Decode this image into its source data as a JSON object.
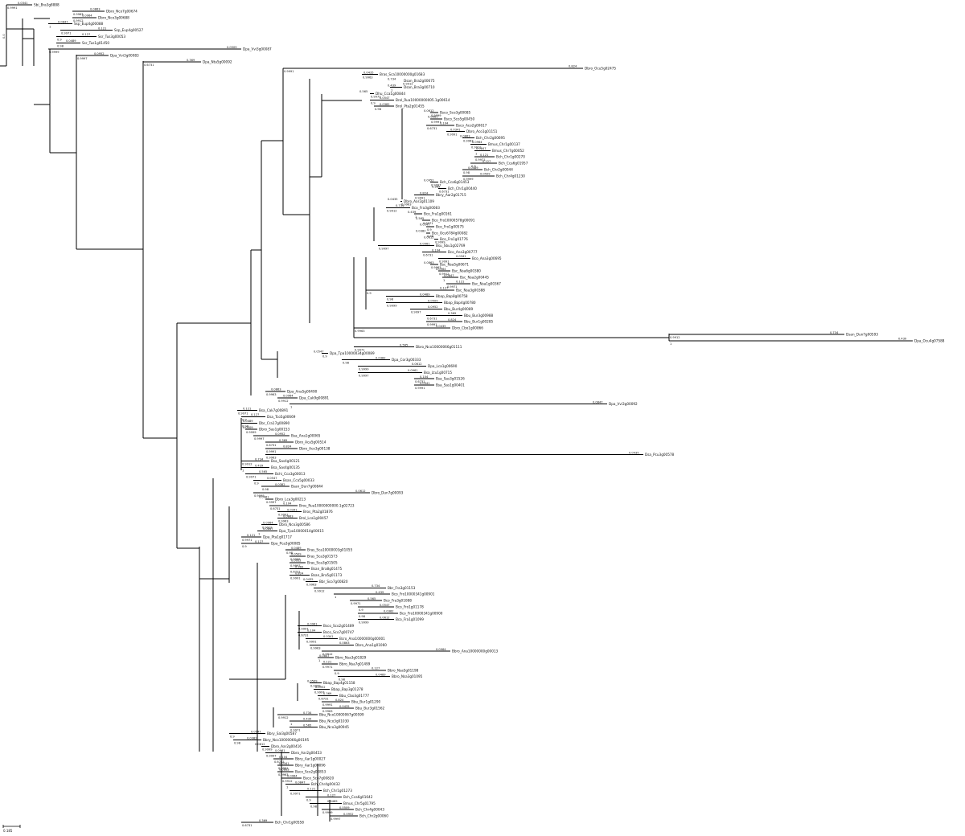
{
  "tree_tips": [
    "Sbi_Bra3g8888",
    "Dbro_Nco7g00674",
    "Dbro_Nco3g00688",
    "Ssp_Eup4g00088",
    "Ssp_Eup4g00527",
    "Ssr_Tus3g00053",
    "Ssr_Tus1g01450",
    "Dpa_Vvi3g00087",
    "Dpa_Vvi3g00083",
    "Dpa_Nta5g00092",
    "Dbro_Ocu5g02475",
    "Bras_Sca10000000g01683",
    "Dsan_Bra2g00675",
    "Dsan_Bra3g00710",
    "Dhu_Cca1g00844",
    "Brol_Rua10000000005.1g00614",
    "Brol_Pta2g01455",
    "Bsco_Sco3g00085",
    "Bsco_Sco5g00450",
    "Bsco_Aco2g00617",
    "Dbro_Aco1g01151",
    "Bch_Chr2g00695",
    "Bmus_Chr1g00137",
    "Bmus_Chr7g00052",
    "Bch_Chr1g00270",
    "Bch_Cca6g01957",
    "Bch_Chr2g00044",
    "Bch_Chr4g01230",
    "Bch_Cca6g01453",
    "Bch_Chr1g00440",
    "Bbry_Aar2g01715",
    "Dbro_Aar2g01109",
    "Bco_Fra3g00083",
    "Bco_Fra1g00161",
    "Bco_Fro10000578g00091",
    "Bco_Fro1g00575",
    "Bco_Ocu6784g00082",
    "Bco_Fro1g01776",
    "Bsu_Sbu1g02769",
    "Bco_Ana3g00777",
    "Bco_Ana3g00695",
    "Bsc_Nsa5g00671",
    "Bsc_Nsa6g00380",
    "Bsc_Nsa2g00445",
    "Bsc_Nsa1g00367",
    "Bsc_Nsa3g00388",
    "Bbap_Bap8g00758",
    "Bbap_Bap4g00780",
    "Bbu_Bur4g00089",
    "Bbu_Bur3g00988",
    "Bbu_Bur1g00285",
    "Dbro_Cbo1g00866",
    "Dsan_Dun7g00593",
    "Dpa_Ocu4g07588",
    "Dbro_Nco10000066g01111",
    "Dpa_Tpa10000034g00089",
    "Dpa_Cor3g00333",
    "Dpa_Lca1g00690",
    "Bsa_Ltu1g00715",
    "Bsa_Sas3g01526",
    "Bsa_Sas1g00401",
    "Dpa_Ana5g00490",
    "Dpa_Cak9g00891",
    "Dpa_Vvi3g00092",
    "Bsa_Cak7g00891",
    "Dsa_Tco5g00669",
    "Dbr_Cra17g00890",
    "Dbro_Sas1g00153",
    "Bsa_Ana1g00065",
    "Dbro_Aca5g00514",
    "Dbro_Aco3g00138",
    "Dsa_Pcu3g00578",
    "Bsa_Sas4g00121",
    "Bsa_Sas4g00135",
    "Bchi_Cca3g00013",
    "Bsan_Cca5g00033",
    "Bsan_Dun7g00844",
    "Dbro_Dun7g00093",
    "Dbro_Lca3g00213",
    "Bros_Rua10000000000.1g02723",
    "Bros_Pta2g01876",
    "Brol_Lca1g00457",
    "Dbro_Nco3g00586",
    "Dpa_Tpa10000014g00015",
    "Dpa_Pta1g01717",
    "Dpa_Pca3g00085",
    "Bras_Sca10000003g01055",
    "Bras_Sca3g01573",
    "Bras_Sca3g01505",
    "Bsan_Bra8g01475",
    "Bsan_Bra5g01173",
    "Bbr_Sco7g00820",
    "Bbr_Fra3g01153",
    "Bco_Fro10000341g00901",
    "Bco_Fra3g01088",
    "Bco_Fro1g01178",
    "Bco_Fro10000341g00900",
    "Bco_Fra1g01099",
    "Bsco_Sco2g01489",
    "Bsco_Sco7g00747",
    "Bcro_Ana10000000g00001",
    "Dbro_Ana1g01060",
    "Bbro_Ana10000000g00013",
    "Bbro_Nsa3g01829",
    "Bbro_Nsa7g01499",
    "Bbro_Nsa5g01198",
    "Bbro_Nsa3g01095",
    "Bbap_Bap4g01158",
    "Bbap_Bap3g01278",
    "Bbu_Cbo3g01777",
    "Bbu_Bur1g01290",
    "Bbu_Bur3g01562",
    "Bbu_Nco10000067g00599",
    "Bbu_Nco3g01030",
    "Bbu_Nco3g00945",
    "Bbry_Sal3g00587",
    "Bbry_Nco10000066g00195",
    "Dbro_Aar2g00416",
    "Dbro_Aar2g00453",
    "Bbry_Aar1g00027",
    "Bbry_Aar1g00096",
    "Bsco_Sco2g00853",
    "Bsco_Sco7g00820",
    "Bch_Chr4g00432",
    "Bch_Chr1g01273",
    "Bch_Cca6g01642",
    "Bmus_Chr5g01795",
    "Bch_Chr4g00043",
    "Bch_Chr2g00060",
    "Bch_Chr1g00558"
  ],
  "support_values": [
    "0.9991",
    "0.9963",
    "0.9912",
    "1",
    "0.9971",
    "0.9",
    "0.98",
    "0.9999",
    "0.9997",
    "0.6731"
  ],
  "branch_lengths": [
    "0.0341",
    "0.0863",
    "0.0964",
    "0.0847",
    "0.121",
    "0.127",
    "0.0489",
    "0.0509",
    "0.0952",
    "0.369",
    "0.824",
    "0.0435",
    "0.734",
    "0.439",
    "0.565",
    "0.0547",
    "0.0382",
    "0.0612",
    "0.0961",
    "0.104"
  ],
  "root_label": "0.0",
  "scale": {
    "label": "0.185"
  }
}
